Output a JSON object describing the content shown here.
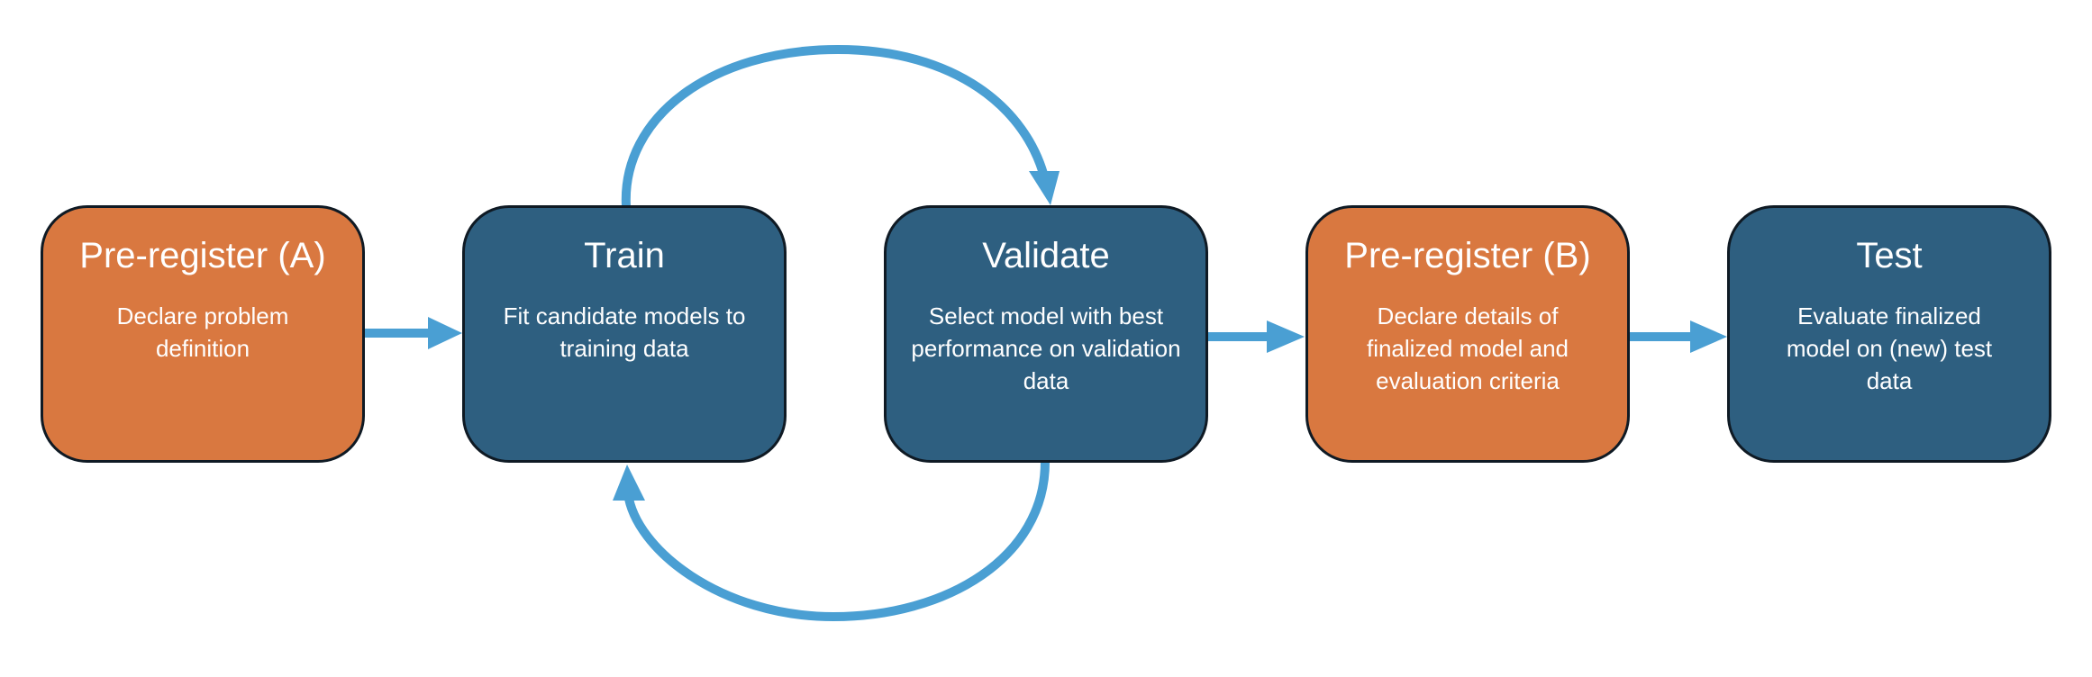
{
  "colors": {
    "orange": "#d97840",
    "blue": "#2e5f80",
    "arrow": "#4a9fd3",
    "outline": "#0f1a24"
  },
  "steps": [
    {
      "title": "Pre-register (A)",
      "description": "Declare problem definition",
      "color": "orange"
    },
    {
      "title": "Train",
      "description": "Fit candidate models to training data",
      "color": "blue"
    },
    {
      "title": "Validate",
      "description": "Select model with best performance on validation data",
      "color": "blue"
    },
    {
      "title": "Pre-register (B)",
      "description": "Declare details of finalized model and evaluation criteria",
      "color": "orange"
    },
    {
      "title": "Test",
      "description": "Evaluate finalized model on (new) test data",
      "color": "blue"
    }
  ],
  "connections": [
    {
      "from": "Pre-register (A)",
      "to": "Train",
      "shape": "arrow"
    },
    {
      "from": "Train",
      "to": "Validate",
      "shape": "curved-arrow-over-top"
    },
    {
      "from": "Validate",
      "to": "Train",
      "shape": "curved-arrow-under-bottom"
    },
    {
      "from": "Validate",
      "to": "Pre-register (B)",
      "shape": "arrow"
    },
    {
      "from": "Pre-register (B)",
      "to": "Test",
      "shape": "arrow"
    }
  ]
}
